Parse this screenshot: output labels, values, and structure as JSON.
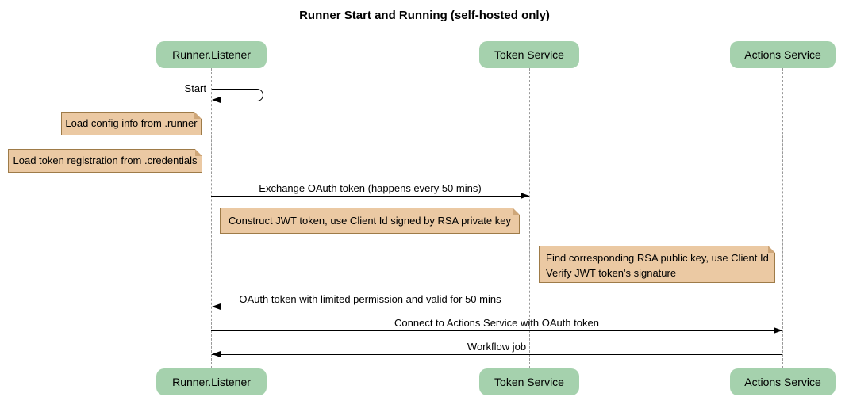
{
  "title": "Runner Start and Running (self-hosted only)",
  "colors": {
    "participant_fill": "#A5D1AD",
    "note_fill": "#EBC9A3",
    "note_border": "#9E7B48",
    "lifeline": "#999999",
    "message_line": "#000000"
  },
  "participants": [
    {
      "label": "Runner.Listener"
    },
    {
      "label": "Token Service"
    },
    {
      "label": "Actions Service"
    }
  ],
  "self_message": {
    "label": "Start",
    "on": "Runner.Listener"
  },
  "notes": [
    {
      "text": "Load config info from .runner",
      "position": "left of Runner.Listener"
    },
    {
      "text": "Load token registration from .credentials",
      "position": "left of Runner.Listener"
    },
    {
      "text": "Construct JWT token, use Client Id signed by RSA private key",
      "position": "right of Runner.Listener"
    },
    {
      "line1": "Find corresponding RSA public key, use Client Id",
      "line2": "Verify JWT token's signature",
      "position": "left of Actions Service"
    }
  ],
  "messages": [
    {
      "label": "Exchange OAuth token (happens every 50 mins)",
      "from": "Runner.Listener",
      "to": "Token Service",
      "direction": "right"
    },
    {
      "label": "OAuth token with limited permission and valid for 50 mins",
      "from": "Token Service",
      "to": "Runner.Listener",
      "direction": "left"
    },
    {
      "label": "Connect to Actions Service with OAuth token",
      "from": "Runner.Listener",
      "to": "Actions Service",
      "direction": "right"
    },
    {
      "label": "Workflow job",
      "from": "Actions Service",
      "to": "Runner.Listener",
      "direction": "left"
    }
  ]
}
